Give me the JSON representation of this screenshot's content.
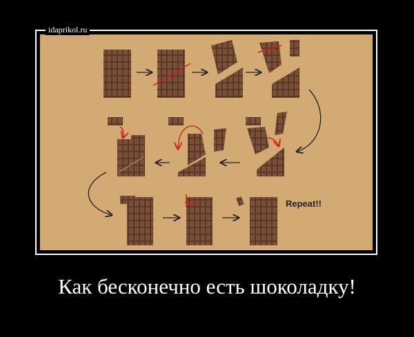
{
  "watermark": "idaprikol.ru",
  "diagram": {
    "repeat_label": "Repeat!!"
  },
  "caption": "Как бесконечно есть шоколадку!",
  "colors": {
    "background": "#000000",
    "poster": "#d3a974",
    "chocolate": "#6b4630",
    "cut_line": "#cc2222"
  }
}
